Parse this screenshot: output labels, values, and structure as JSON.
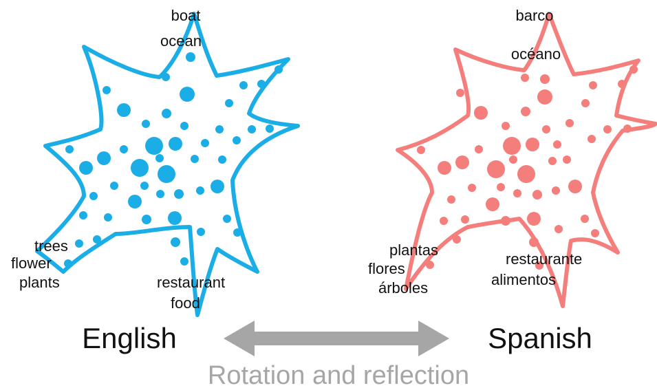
{
  "colors": {
    "english": "#1BAEE6",
    "spanish": "#F47E7B",
    "arrow": "#A6A6A6",
    "caption": "#A6A6A6",
    "text": "#111111"
  },
  "english": {
    "title": "English",
    "words": {
      "top": [
        "boat",
        "ocean"
      ],
      "left": [
        "trees",
        "flower",
        "plants"
      ],
      "bottom": [
        "restaurant",
        "food"
      ]
    }
  },
  "spanish": {
    "title": "Spanish",
    "words": {
      "top": [
        "barco",
        "océano"
      ],
      "left": [
        "plantas",
        "flores",
        "árboles"
      ],
      "right": [
        "restaurante",
        "alimentos"
      ]
    }
  },
  "caption": "Rotation and reflection"
}
